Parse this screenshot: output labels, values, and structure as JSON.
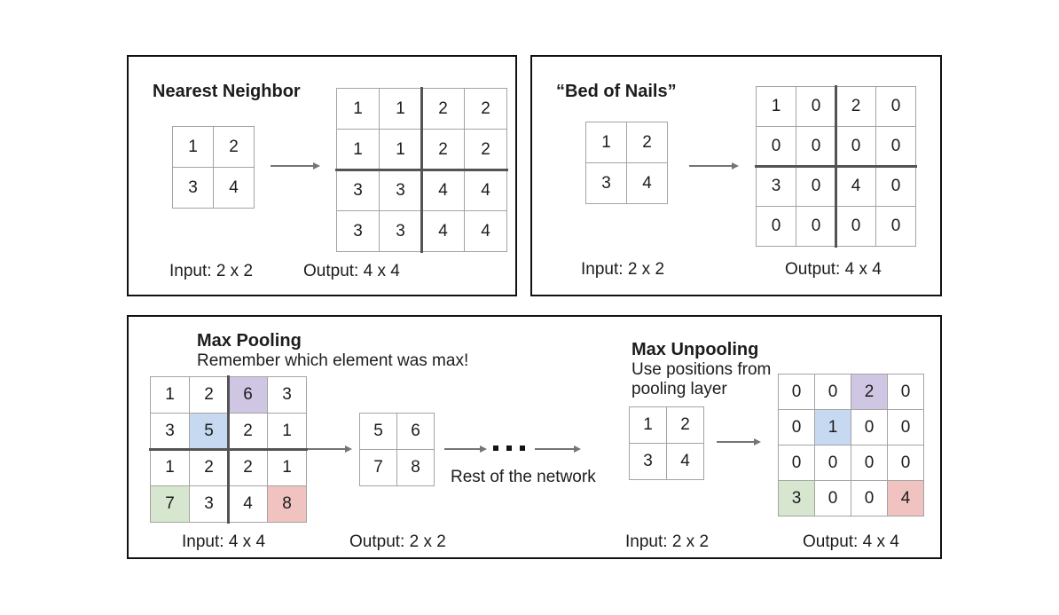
{
  "colors": {
    "purple": "#cfc6e3",
    "blue": "#c6d9f1",
    "green": "#d7e7cf",
    "red": "#f0c3c0",
    "grid_line": "#a3a3a3",
    "thick_line": "#545454",
    "arrow": "#757575",
    "panel_border": "#111111"
  },
  "panels": {
    "nearest_neighbor": {
      "title": "Nearest Neighbor",
      "input_label": "Input: 2 x 2",
      "output_label": "Output: 4 x 4",
      "input_grid": {
        "values": [
          [
            "1",
            "2"
          ],
          [
            "3",
            "4"
          ]
        ]
      },
      "output_grid": {
        "values": [
          [
            "1",
            "1",
            "2",
            "2"
          ],
          [
            "1",
            "1",
            "2",
            "2"
          ],
          [
            "3",
            "3",
            "4",
            "4"
          ],
          [
            "3",
            "3",
            "4",
            "4"
          ]
        ],
        "thick_center": true
      }
    },
    "bed_of_nails": {
      "title": "“Bed of Nails”",
      "input_label": "Input: 2 x 2",
      "output_label": "Output: 4 x 4",
      "input_grid": {
        "values": [
          [
            "1",
            "2"
          ],
          [
            "3",
            "4"
          ]
        ]
      },
      "output_grid": {
        "values": [
          [
            "1",
            "0",
            "2",
            "0"
          ],
          [
            "0",
            "0",
            "0",
            "0"
          ],
          [
            "3",
            "0",
            "4",
            "0"
          ],
          [
            "0",
            "0",
            "0",
            "0"
          ]
        ],
        "thick_center": true
      }
    },
    "max_pooling": {
      "title": "Max Pooling",
      "subtitle": "Remember which element was max!",
      "input_label": "Input: 4 x 4",
      "output_label": "Output: 2 x 2",
      "rest_label": "Rest of the network",
      "input_grid": {
        "values": [
          [
            "1",
            "2",
            "6",
            "3"
          ],
          [
            "3",
            "5",
            "2",
            "1"
          ],
          [
            "1",
            "2",
            "2",
            "1"
          ],
          [
            "7",
            "3",
            "4",
            "8"
          ]
        ],
        "thick_center": true,
        "highlights": [
          {
            "r": 0,
            "c": 2,
            "color": "purple"
          },
          {
            "r": 1,
            "c": 1,
            "color": "blue"
          },
          {
            "r": 3,
            "c": 0,
            "color": "green"
          },
          {
            "r": 3,
            "c": 3,
            "color": "red"
          }
        ]
      },
      "output_grid": {
        "values": [
          [
            "5",
            "6"
          ],
          [
            "7",
            "8"
          ]
        ]
      }
    },
    "max_unpooling": {
      "title": "Max Unpooling",
      "subtitle_line1": "Use positions from",
      "subtitle_line2": "pooling layer",
      "input_label": "Input: 2 x 2",
      "output_label": "Output: 4 x 4",
      "input_grid": {
        "values": [
          [
            "1",
            "2"
          ],
          [
            "3",
            "4"
          ]
        ]
      },
      "output_grid": {
        "values": [
          [
            "0",
            "0",
            "2",
            "0"
          ],
          [
            "0",
            "1",
            "0",
            "0"
          ],
          [
            "0",
            "0",
            "0",
            "0"
          ],
          [
            "3",
            "0",
            "0",
            "4"
          ]
        ],
        "highlights": [
          {
            "r": 0,
            "c": 2,
            "color": "purple"
          },
          {
            "r": 1,
            "c": 1,
            "color": "blue"
          },
          {
            "r": 3,
            "c": 0,
            "color": "green"
          },
          {
            "r": 3,
            "c": 3,
            "color": "red"
          }
        ]
      }
    }
  }
}
